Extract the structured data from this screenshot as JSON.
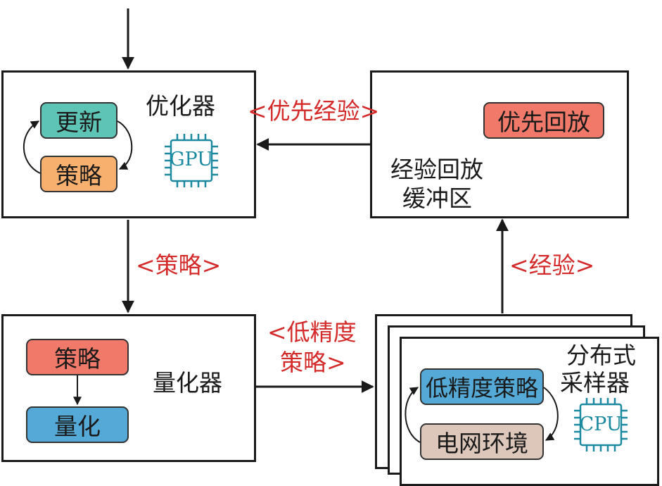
{
  "colors": {
    "update": "#5ec4b6",
    "policy_orange": "#f7b06e",
    "policy_red": "#f0796a",
    "priority_replay": "#f0796a",
    "quantize": "#55a9d6",
    "low_precision": "#55a9d6",
    "grid_env": "#ddc7bb",
    "chip": "#1b8aa0",
    "annotation": "#d42a2a"
  },
  "optimizer": {
    "title": "优化器",
    "update": "更新",
    "policy": "策略",
    "chip_label": "GPU"
  },
  "replay_buffer": {
    "title_line1": "经验回放",
    "title_line2": "缓冲区",
    "priority_replay": "优先回放"
  },
  "quantizer": {
    "title": "量化器",
    "policy": "策略",
    "quantize": "量化"
  },
  "sampler": {
    "title_line1": "分布式",
    "title_line2": "采样器",
    "low_precision_policy": "低精度策略",
    "grid_env": "电网环境",
    "chip_label": "CPU"
  },
  "edges": {
    "priority_experience": "<优先经验>",
    "policy": "<策略>",
    "low_precision_line1": "<低精度",
    "low_precision_line2": "策略>",
    "experience": "<经验>"
  }
}
